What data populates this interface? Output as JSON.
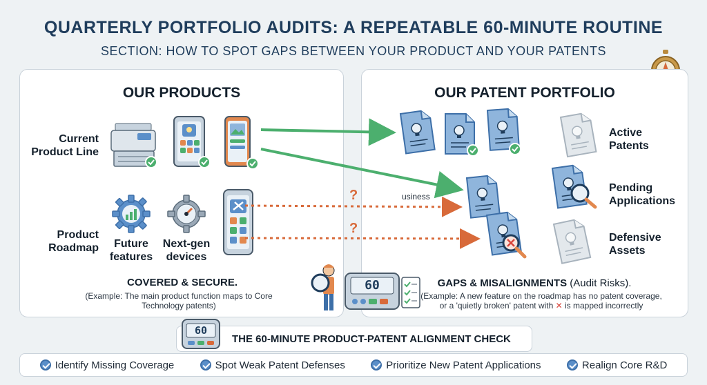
{
  "header": {
    "title": "QUARTERLY PORTFOLIO AUDITS: A REPEATABLE 60-MINUTE ROUTINE",
    "subtitle": "SECTION: HOW TO SPOT GAPS BETWEEN YOUR PRODUCT AND YOUR PATENTS"
  },
  "products_panel": {
    "heading": "OUR PRODUCTS",
    "current_line_label": "Current Product Line",
    "roadmap_label": "Product Roadmap",
    "future_features_label": "Future features",
    "next_gen_label": "Next-gen devices",
    "covered_title": "COVERED & SECURE.",
    "covered_note": "(Example: The main product function maps to Core Technology patents)"
  },
  "patents_panel": {
    "heading": "OUR PATENT PORTFOLIO",
    "active_label": "Active Patents",
    "pending_label": "Pending Applications",
    "defensive_label": "Defensive Assets",
    "gaps_title": "GAPS & MISALIGNMENTS",
    "gaps_suffix": "(Audit Risks).",
    "gaps_note_1": "(Example: A new feature on the roadmap has no patent coverage,",
    "gaps_note_2": "or a 'quietly broken' patent with",
    "gaps_note_3": "is mapped incorrectly"
  },
  "connectors": {
    "question_mark": "?",
    "floating_text": "usiness",
    "timer_display": "60"
  },
  "check": {
    "banner": "THE 60-MINUTE PRODUCT-PATENT ALIGNMENT CHECK",
    "timer_display": "60",
    "items": [
      "Identify Missing Coverage",
      "Spot Weak Patent Defenses",
      "Prioritize New Patent Applications",
      "Realign Core R&D"
    ]
  },
  "colors": {
    "accent": "#5b8fc9",
    "green": "#4caf6e",
    "orange": "#d86a3a",
    "navy": "#1f3d5c"
  }
}
